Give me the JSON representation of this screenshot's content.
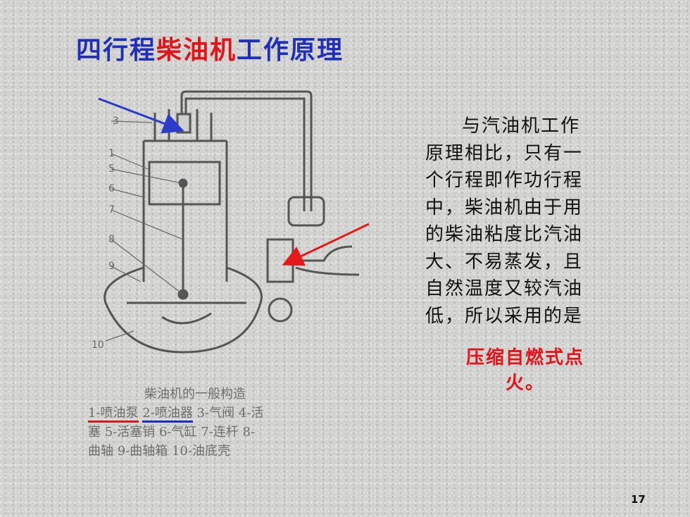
{
  "title": {
    "part1": "四行程",
    "part2": "柴油机",
    "part3": "工作原理"
  },
  "diagram": {
    "part_numbers": [
      "3",
      "1",
      "5",
      "6",
      "7",
      "8",
      "9",
      "10"
    ],
    "caption_head": "柴油机的一般构造",
    "legend_pump": "1-喷油泵",
    "legend_injector": "2-喷油器",
    "legend_rest_line1": " 3-气阀 4-活",
    "legend_line2": "塞 5-活塞销 6-气缸 7-连杆 8-",
    "legend_line3": "曲轴 9-曲轴箱 10-油底壳"
  },
  "body": {
    "lines": [
      "与汽油机工作",
      "原理相比，只有一",
      "个行程即作功行程",
      "中，柴油机由于用",
      "的柴油粘度比汽油",
      "大、不易蒸发，且",
      "自然温度又较汽油",
      "低，所以采用的是"
    ],
    "highlight_line1": "压缩自燃式点",
    "highlight_line2": "火。"
  },
  "page_number": "17",
  "colors": {
    "title_blue": "#1f2fb8",
    "accent_red": "#e0141a",
    "arrow_blue": "#2a3cc8",
    "arrow_red": "#e41a1a"
  }
}
